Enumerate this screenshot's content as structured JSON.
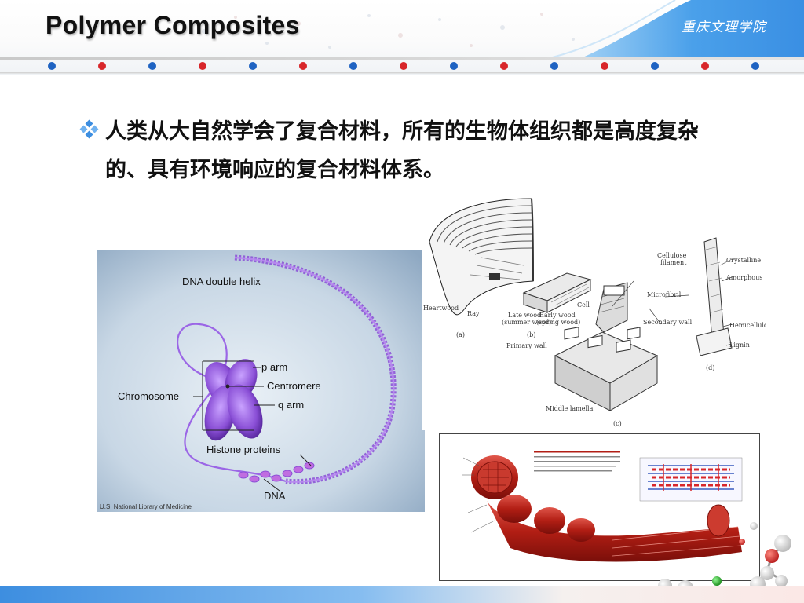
{
  "slide": {
    "title": "Polymer Composites",
    "school": "重庆文理学院",
    "bullet": "人类从大自然学会了复合材料，所有的生物体组织都是高度复杂的、具有环境响应的复合材料体系。"
  },
  "figure_chromosome": {
    "labels": {
      "dna_double_helix": "DNA double helix",
      "p_arm": "p arm",
      "centromere": "Centromere",
      "chromosome": "Chromosome",
      "q_arm": "q arm",
      "histone_proteins": "Histone proteins",
      "dna": "DNA"
    },
    "credit": "U.S. National Library of Medicine"
  },
  "figure_wood": {
    "labels": {
      "heartwood": "Heartwood",
      "ray": "Ray",
      "late_wood": "Late wood",
      "late_wood_sub": "(summer wood)",
      "early_wood": "Early wood",
      "early_wood_sub": "(spring wood)",
      "cell": "Cell",
      "microfibril": "Microfibril",
      "secondary_wall": "Secondary wall",
      "primary_wall": "Primary wall",
      "middle_lamella": "Middle lamella",
      "cellulose_filament_1": "Cellulose",
      "cellulose_filament_2": "filament",
      "crystalline": "Crystalline",
      "amorphous": "Amorphous",
      "hemicellulose": "Hemicellulo",
      "lignin": "Lignin",
      "panel_a": "(a)",
      "panel_b": "(b)",
      "panel_c": "(c)",
      "panel_d": "(d)"
    }
  },
  "colors": {
    "accent_blue": "#3d8ee0",
    "dot_blue": "#1f63c2",
    "dot_red": "#d8262a",
    "chromosome_purple": "#8a4fd6",
    "muscle_red": "#b21e14"
  }
}
